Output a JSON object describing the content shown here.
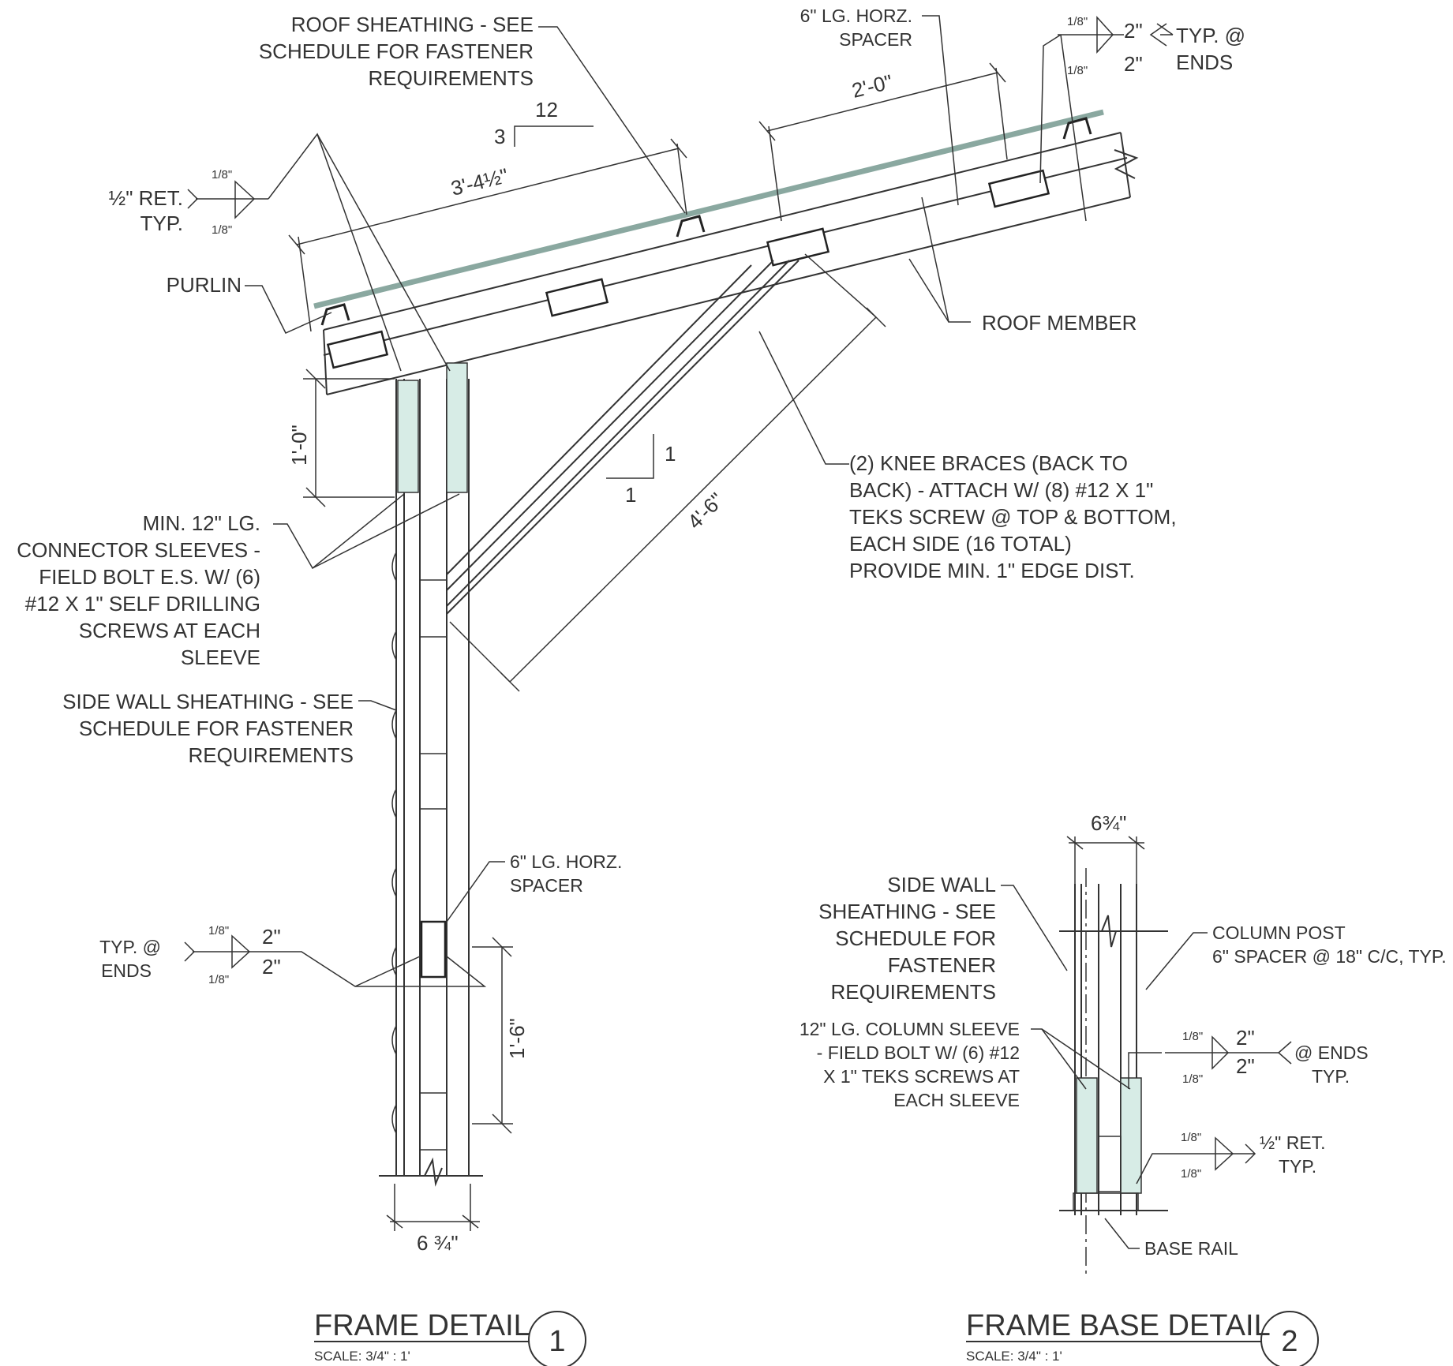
{
  "detail1": {
    "title": "FRAME DETAIL",
    "scale": "SCALE: 3/4\" : 1'",
    "number": "1",
    "labels": {
      "roof_sheathing": [
        "ROOF SHEATHING - SEE",
        "SCHEDULE FOR FASTENER",
        "REQUIREMENTS"
      ],
      "horz_spacer_top": [
        "6\" LG. HORZ.",
        "SPACER"
      ],
      "typ_ends_top": [
        "TYP. @",
        "ENDS"
      ],
      "ret_typ": [
        "½\" RET.",
        "TYP."
      ],
      "purlin": "PURLIN",
      "roof_member": "ROOF MEMBER",
      "knee_braces": [
        "(2) KNEE BRACES (BACK TO",
        "BACK) - ATTACH W/ (8) #12 X 1\"",
        "TEKS SCREW @ TOP & BOTTOM,",
        "EACH SIDE (16 TOTAL)",
        "PROVIDE MIN. 1\" EDGE DIST."
      ],
      "connector_sleeves": [
        "MIN. 12\" LG.",
        "CONNECTOR SLEEVES -",
        "FIELD BOLT E.S. W/ (6)",
        "#12 X 1\" SELF DRILLING",
        "SCREWS AT EACH",
        "SLEEVE"
      ],
      "side_wall_sheathing": [
        "SIDE WALL SHEATHING - SEE",
        "SCHEDULE FOR FASTENER",
        "REQUIREMENTS"
      ],
      "horz_spacer_bottom": [
        "6\" LG. HORZ.",
        "SPACER"
      ],
      "typ_ends_bottom": [
        "TYP. @",
        "ENDS"
      ]
    },
    "dims": {
      "slope_rise": "3",
      "slope_run": "12",
      "purlin_spacing": "3'-4½\"",
      "spacer_spacing": "2'-0\"",
      "sleeve_length": "1'-0\"",
      "brace_length": "4'-6\"",
      "brace_slope_rise": "1",
      "brace_slope_run": "1",
      "column_spacer_spacing": "1'-6\"",
      "column_width": "6 ¾\""
    },
    "welds": {
      "eighth": "1/8\"",
      "two": "2\""
    }
  },
  "detail2": {
    "title": "FRAME BASE DETAIL",
    "scale": "SCALE: 3/4\" : 1'",
    "number": "2",
    "labels": {
      "side_wall_sheathing": [
        "SIDE WALL",
        "SHEATHING - SEE",
        "SCHEDULE FOR",
        "FASTENER",
        "REQUIREMENTS"
      ],
      "column_post": [
        "COLUMN POST",
        "6\" SPACER @ 18\" C/C, TYP."
      ],
      "column_sleeve": [
        "12\" LG. COLUMN SLEEVE",
        "- FIELD BOLT W/ (6) #12",
        "X 1\" TEKS SCREWS AT",
        "EACH SLEEVE"
      ],
      "at_ends": [
        "@ ENDS",
        "TYP."
      ],
      "ret_typ": [
        "½\" RET.",
        "TYP."
      ],
      "base_rail": "BASE RAIL"
    },
    "dims": {
      "width": "6¾\""
    },
    "welds": {
      "eighth": "1/8\"",
      "two": "2\""
    }
  }
}
